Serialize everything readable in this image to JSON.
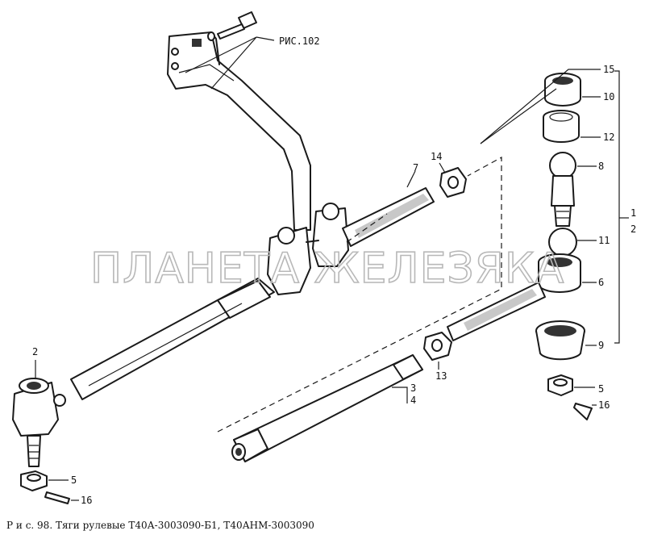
{
  "ref_label": "РИС.102",
  "watermark": "ПЛАНЕТА ЖЕЛЕЗЯКА",
  "caption": "Р и с. 98. Тяги рулевые Т40А-3003090-Б1, Т40АНМ-3003090",
  "callouts": {
    "n15": "15",
    "n10": "10",
    "n12": "12",
    "n8": "8",
    "n1": "1",
    "n2": "2",
    "n11": "11",
    "n6": "6",
    "n9": "9",
    "n5a": "5",
    "n16a": "16",
    "n7": "7",
    "n14": "14",
    "n13": "13",
    "n3": "3",
    "n4": "4",
    "n2b": "2",
    "n5b": "5",
    "n16b": "16"
  }
}
